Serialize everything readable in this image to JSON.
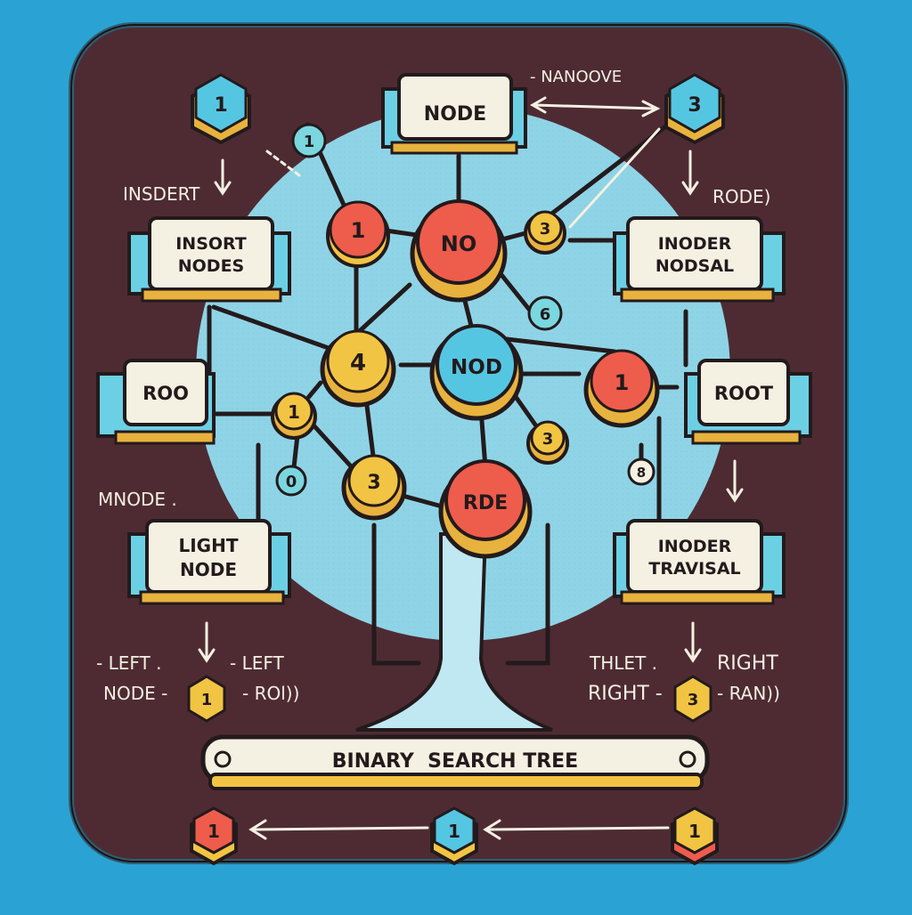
{
  "colors": {
    "background": "#2aa3d4",
    "panel": "#4e2b33",
    "panel_border": "#2c5f75",
    "circle_bg": "#8fd4e6",
    "box_fill": "#f4f0e2",
    "box_side": "#6cd0e4",
    "box_shadow": "#e8b23e",
    "node_red": "#ee5c4c",
    "node_yellow": "#f2c443",
    "node_blue": "#55c6e2",
    "node_teal": "#7ad7df",
    "outline": "#231a1c",
    "trunk": "#bfe8f3"
  },
  "boxes": {
    "node_top": "NODE",
    "insert_nodes": [
      "INSORT",
      "NODES"
    ],
    "roo": "ROO",
    "light_node": [
      "LIGHT",
      "NODE"
    ],
    "inoder_nodsal": [
      "INODER",
      "NODSAL"
    ],
    "root": "ROOT",
    "inoder_travisal": [
      "INODER",
      "TRAVISAL"
    ]
  },
  "nodes": {
    "no": "NO",
    "nod": "NOD",
    "rde": "RDE",
    "n1_left": "1",
    "n4": "4",
    "n3_mid": "3",
    "n1_small": "1",
    "n0": "0",
    "n3_upper": "3",
    "n6": "6",
    "n1_right": "1",
    "n3_right": "3",
    "n8": "8",
    "n1_top": "1"
  },
  "hexes": {
    "top_left": "1",
    "top_right": "3",
    "left_mid": "1",
    "right_mid": "3",
    "bottom_left": "1",
    "bottom_center": "1",
    "bottom_right": "1"
  },
  "annotations": {
    "nanoove": "- NANOOVE",
    "insdert": "INSDERT",
    "rode": "RODE)",
    "mnode": "MNODE .",
    "left1": "- LEFT .",
    "left2": "- LEFT",
    "node": "NODE -",
    "rol": "- ROl))",
    "thlet": "THLET .",
    "right1": "RIGHT",
    "right2": "RIGHT -",
    "ran": "- RAN))"
  },
  "banner": {
    "title": "BINARY  SEARCH TREE"
  }
}
